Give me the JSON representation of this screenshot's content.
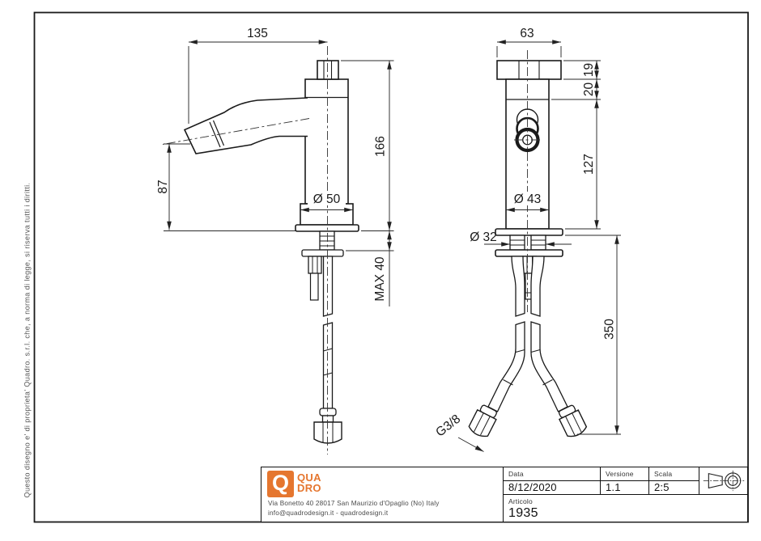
{
  "side_note": "Questo disegno e' di proprieta' Quadro. s.r.l. che, a norma di legge, si riserva tutti i diritti.",
  "drawing": {
    "left_view": {
      "dim_width": "135",
      "dim_spout_height": "87",
      "dim_total_height": "166",
      "dim_body_diameter": "Ø 50",
      "dim_max_counter": "MAX 40"
    },
    "right_view": {
      "dim_width": "63",
      "dim_handle_height": "19",
      "dim_neck_height": "20",
      "dim_body_height": "127",
      "dim_body_diameter": "Ø 43",
      "dim_hole_diameter": "Ø 32",
      "dim_hose_length": "350",
      "dim_thread": "G3/8"
    }
  },
  "title_block": {
    "logo": {
      "initial": "Q",
      "word_top": "QUA",
      "word_bottom": "DRO",
      "brand_color": "#e5762f"
    },
    "address": "Via Bonetto 40  28017 San Maurizio d'Opaglio (No) Italy",
    "contacts": "info@quadrodesign.it  -  quadrodesign.it",
    "fields": [
      {
        "label": "Data",
        "value": "8/12/2020"
      },
      {
        "label": "Versione",
        "value": "1.1"
      },
      {
        "label": "Scala",
        "value": "2:5"
      }
    ],
    "article": {
      "label": "Articolo",
      "value": "1935"
    },
    "projection_icon": "first-angle-projection-icon"
  }
}
